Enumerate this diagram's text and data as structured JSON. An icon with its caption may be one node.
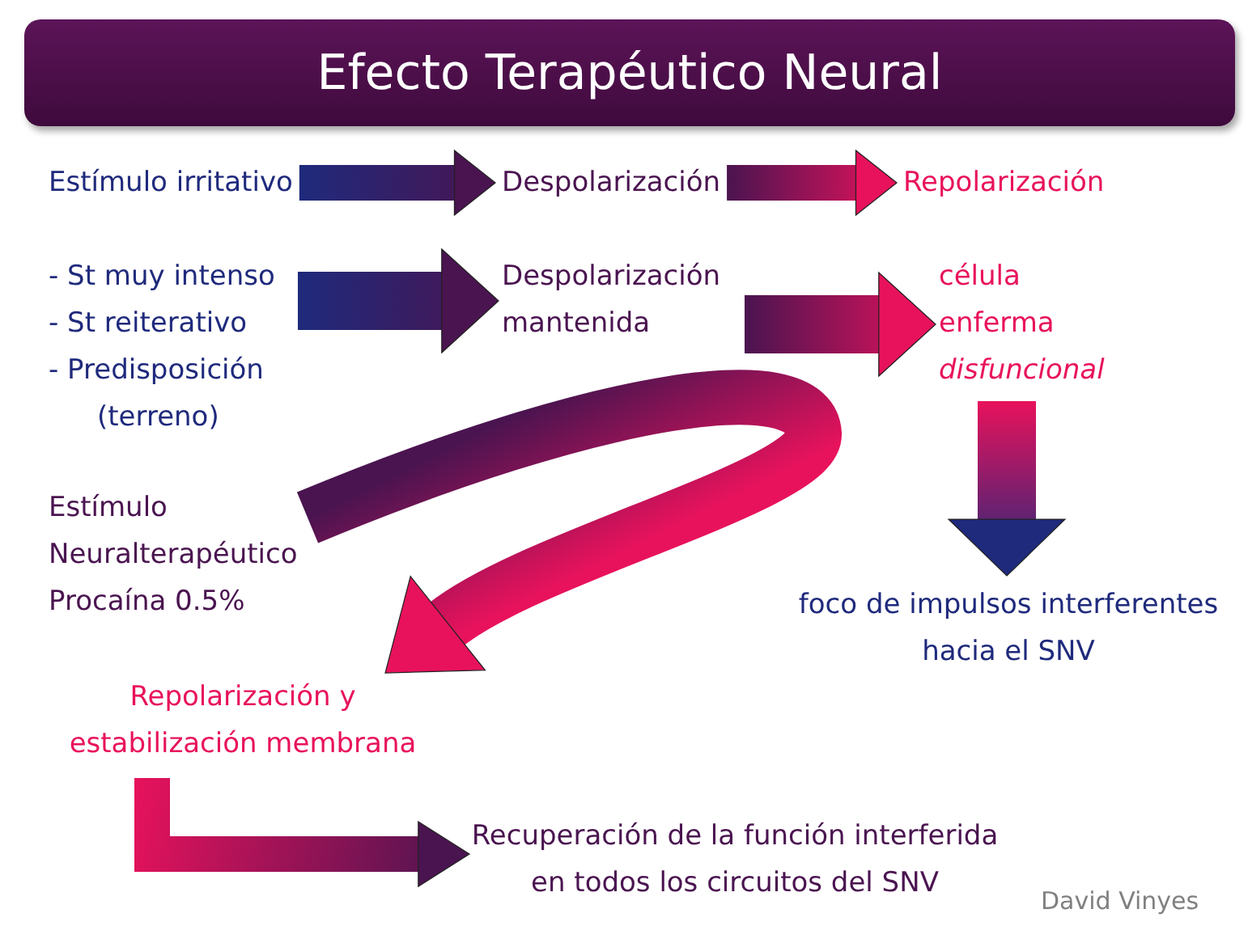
{
  "diagram": {
    "title": "Efecto Terapéutico Neural",
    "nodes": [
      {
        "text": [
          "Estímulo irritativo"
        ]
      },
      {
        "text": [
          "Despolarización"
        ]
      },
      {
        "text": [
          "Repolarización"
        ]
      },
      {
        "text": [
          "- St muy intenso",
          "- St reiterativo",
          "- Predisposición (terreno)"
        ]
      },
      {
        "text": [
          "Despolarización mantenida"
        ]
      },
      {
        "text": [
          "célula enferma *disfuncional*"
        ]
      },
      {
        "text": [
          "Estímulo Neuralterapéutico Procaína 0.5%"
        ]
      },
      {
        "text": [
          "foco de impulsos interferentes hacia el SNV"
        ]
      },
      {
        "text": [
          "Repolarización y estabilización membrana"
        ]
      },
      {
        "text": [
          "Recuperación de la función interferida en todos los circuitos del SNV"
        ]
      }
    ],
    "edges": [
      {
        "from": 0,
        "to": 1,
        "arrow": "to"
      },
      {
        "from": 1,
        "to": 2,
        "arrow": "to"
      },
      {
        "from": 3,
        "to": 4,
        "arrow": "to"
      },
      {
        "from": 4,
        "to": 5,
        "arrow": "to"
      },
      {
        "from": 5,
        "to": 7,
        "arrow": "to"
      },
      {
        "from": 6,
        "to": 8,
        "arrow": "to"
      },
      {
        "from": 8,
        "to": 9,
        "arrow": "to"
      }
    ],
    "labels": [
      "David Vinyes"
    ]
  }
}
